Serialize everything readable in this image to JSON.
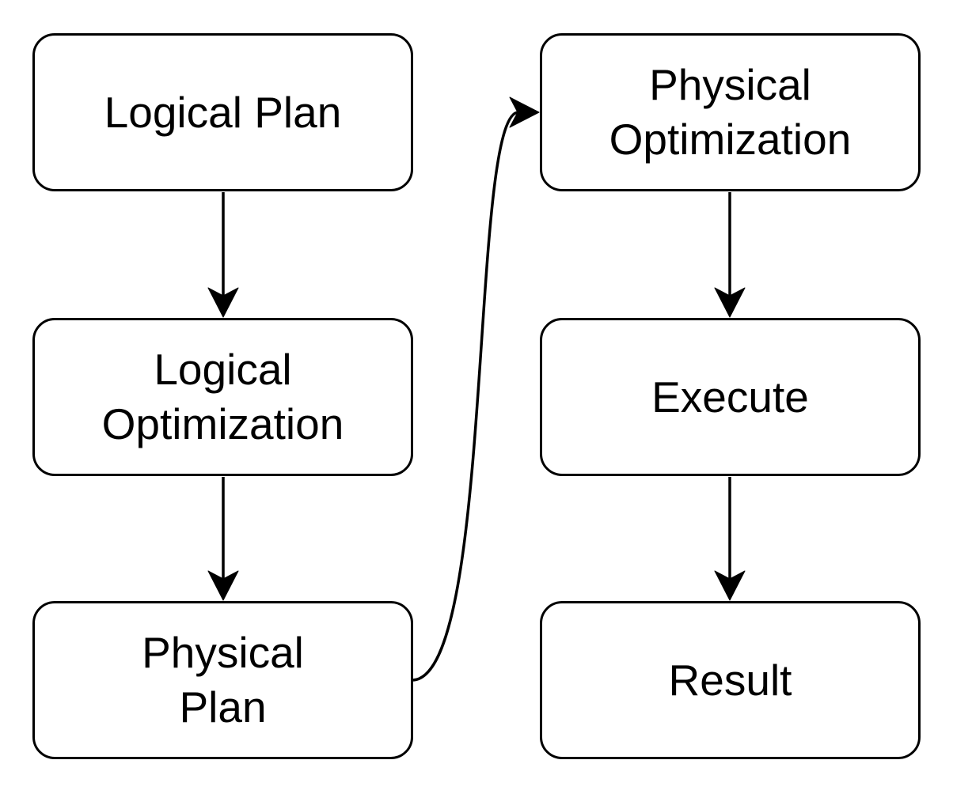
{
  "diagram": {
    "type": "flowchart",
    "background_color": "#ffffff",
    "node_fill_color": "#ffffff",
    "node_border_color": "#000000",
    "arrow_color": "#000000",
    "text_color": "#000000",
    "nodes": [
      {
        "id": "logical-plan",
        "label": "Logical Plan",
        "column": "left",
        "row": 1
      },
      {
        "id": "logical-optimization",
        "label": "Logical\nOptimization",
        "column": "left",
        "row": 2
      },
      {
        "id": "physical-plan",
        "label": "Physical\nPlan",
        "column": "left",
        "row": 3
      },
      {
        "id": "physical-optimization",
        "label": "Physical\nOptimization",
        "column": "right",
        "row": 1
      },
      {
        "id": "execute",
        "label": "Execute",
        "column": "right",
        "row": 2
      },
      {
        "id": "result",
        "label": "Result",
        "column": "right",
        "row": 3
      }
    ],
    "edges": [
      {
        "from": "logical-plan",
        "to": "logical-optimization",
        "style": "straight-down"
      },
      {
        "from": "logical-optimization",
        "to": "physical-plan",
        "style": "straight-down"
      },
      {
        "from": "physical-plan",
        "to": "physical-optimization",
        "style": "s-curve-right-up"
      },
      {
        "from": "physical-optimization",
        "to": "execute",
        "style": "straight-down"
      },
      {
        "from": "execute",
        "to": "result",
        "style": "straight-down"
      }
    ]
  }
}
